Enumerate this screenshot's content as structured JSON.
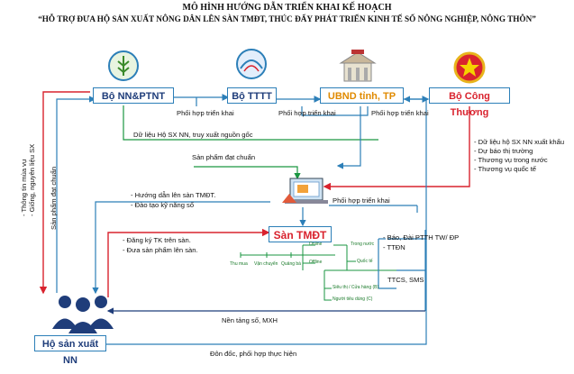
{
  "title": {
    "line1": "MÔ HÌNH HƯỚNG DẪN TRIỂN KHAI KẾ HOẠCH",
    "line2": "“HỖ TRỢ ĐƯA HỘ SẢN XUẤT NÔNG DÂN LÊN SÀN TMĐT, THÚC ĐẨY PHÁT TRIỂN KINH TẾ SỐ NÔNG NGHIỆP, NÔNG THÔN”"
  },
  "nodes": {
    "bo_nnptnt": "Bộ NN&PTNT",
    "bo_tttt": "Bộ TTTT",
    "ubnd": "UBND tỉnh, TP",
    "bo_ct": "Bộ Công Thương",
    "san_tmdt": "Sàn TMĐT",
    "ho_sx": "Hộ sản xuất NN"
  },
  "edges": {
    "phoi_hop_1": "Phối hợp triển khai",
    "phoi_hop_2": "Phối hợp triển khai",
    "phoi_hop_3": "Phối hợp triển khai",
    "phoi_hop_4": "Phối hợp triển khai",
    "du_lieu_ho": "Dữ liệu Hộ SX NN, truy xuất nguồn gốc",
    "san_pham_dat_chuan": "Sản phẩm đạt chuẩn",
    "huong_dan": "-  Hướng dẫn lên sàn TMĐT.",
    "dao_tao": "-  Đào tạo kỹ năng số",
    "dang_ky": "-  Đăng ký TK trên sàn.",
    "dua_sp": "-  Đưa sản phẩm lên sàn.",
    "bao_dai": "- Báo, Đài  PTTH TW/ ĐP",
    "ttdn": "- TTĐN",
    "ttcs": "TTCS, SMS",
    "nen_tang": "Nền tảng số, MXH",
    "don_doc": "Đôn đốc, phối hợp thực hiện",
    "vert_left_1": "- Thông tin mùa vụ",
    "vert_left_2": "- Giống, nguyên liệu SX",
    "vert_left_3": "Sản phẩm đạt chuẩn"
  },
  "right_list": [
    "- Dữ liệu hộ SX NN xuất khẩu",
    "- Dự báo thị trường",
    "- Thương vụ trong nước",
    "- Thương vụ quốc tế"
  ],
  "san_parts": {
    "thu_mua": "Thu mua",
    "van_chuyen": "Vận chuyển",
    "quang_ba": "Quảng bá",
    "online": "Online",
    "offline": "Offline",
    "trong_nuoc": "Trong nước",
    "quoc_te": "Quốc tế",
    "sieu_thi": "Siêu thị / Cửa hàng (B)",
    "nguoi_tieu_dung": "Người tiêu dùng (C)"
  },
  "colors": {
    "blue": "#2c7fb8",
    "red": "#d9232e",
    "green": "#1a9641",
    "navy": "#1f3d7a"
  }
}
